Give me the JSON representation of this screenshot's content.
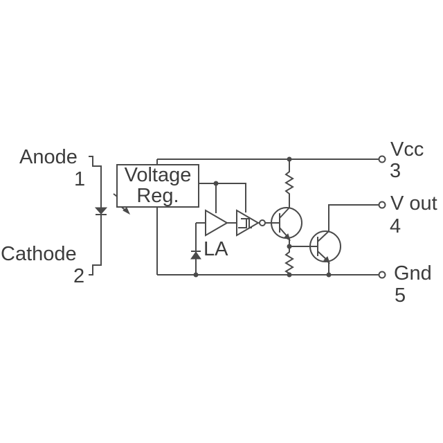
{
  "pins": {
    "anode": {
      "name": "Anode",
      "number": "1"
    },
    "cathode": {
      "name": "Cathode",
      "number": "2"
    },
    "vcc": {
      "name": "Vcc",
      "number": "3"
    },
    "vout": {
      "name": "V out",
      "number": "4"
    },
    "gnd": {
      "name": "Gnd",
      "number": "5"
    }
  },
  "blocks": {
    "regulator_line1": "Voltage",
    "regulator_line2": "Reg.",
    "amplifier": "LA"
  },
  "colors": {
    "ink": "#4a4a4a",
    "background": "#ffffff"
  }
}
